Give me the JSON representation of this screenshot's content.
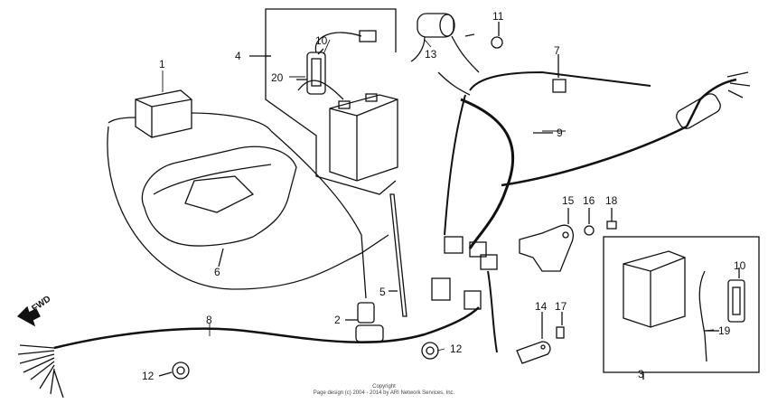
{
  "callouts": {
    "c1": "1",
    "c2": "2",
    "c3": "3",
    "c4": "4",
    "c5": "5",
    "c6": "6",
    "c7": "7",
    "c8": "8",
    "c9": "9",
    "c10a": "10",
    "c10b": "10",
    "c11": "11",
    "c12a": "12",
    "c12b": "12",
    "c13": "13",
    "c14": "14",
    "c15": "15",
    "c16": "16",
    "c17": "17",
    "c18": "18",
    "c19": "19",
    "c20": "20"
  },
  "direction": {
    "fwd": "FWD"
  },
  "copyright": {
    "line1": "Copyright",
    "line2": "Page design (c) 2004 - 2014 by ARI Network Services, Inc."
  }
}
